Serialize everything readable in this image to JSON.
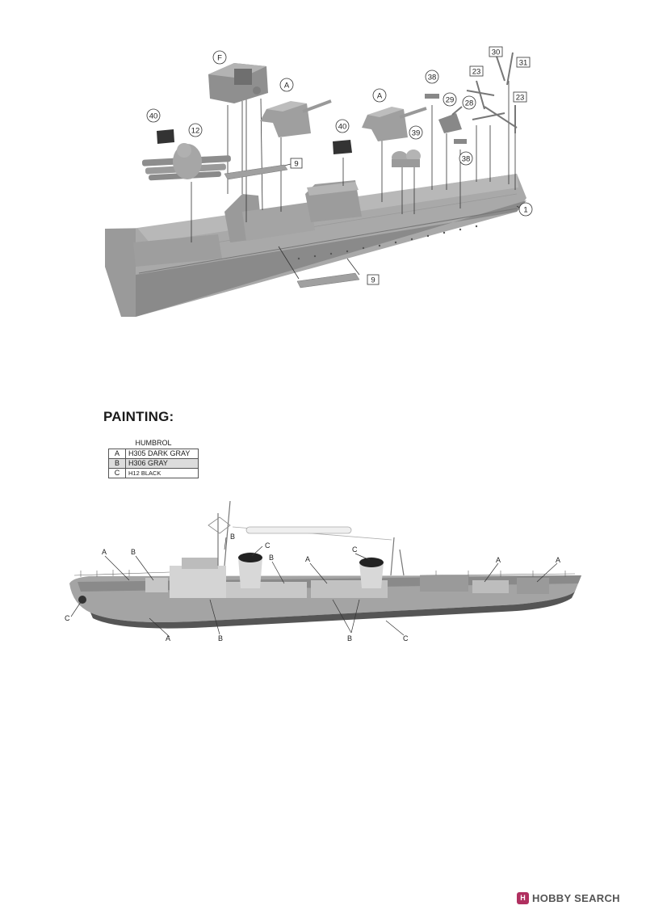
{
  "assembly": {
    "part_labels": {
      "F": "F",
      "A1": "A",
      "A2": "A",
      "p40a": "40",
      "p40b": "40",
      "p12": "12",
      "p9a": "9",
      "p9b": "9",
      "p38a": "38",
      "p38b": "38",
      "p39": "39",
      "p29": "29",
      "p28": "28",
      "p23a": "23",
      "p23b": "23",
      "p30": "30",
      "p31": "31",
      "p1": "1"
    }
  },
  "painting": {
    "heading": "PAINTING:",
    "brand": "HUMBROL",
    "colors": [
      {
        "code": "A",
        "name": "H305 DARK GRAY",
        "hex": "#8d8d8d"
      },
      {
        "code": "B",
        "name": "H306 GRAY",
        "hex": "#d2d2d2"
      },
      {
        "code": "C",
        "name": "H12 BLACK",
        "hex": "#222222"
      }
    ],
    "callouts": {
      "b_mast": "B",
      "c_funnel1": "C",
      "a_bow_deck": "A",
      "b_bow_turret": "B",
      "b_mid": "B",
      "a_mid": "A",
      "c_funnel2": "C",
      "a_aft1": "A",
      "a_aft2": "A",
      "c_anchor": "C",
      "a_hull": "A",
      "b_bridge": "B",
      "b_lower": "B",
      "c_waterline": "C"
    }
  },
  "watermark": {
    "badge": "H",
    "text": "HOBBY SEARCH"
  }
}
